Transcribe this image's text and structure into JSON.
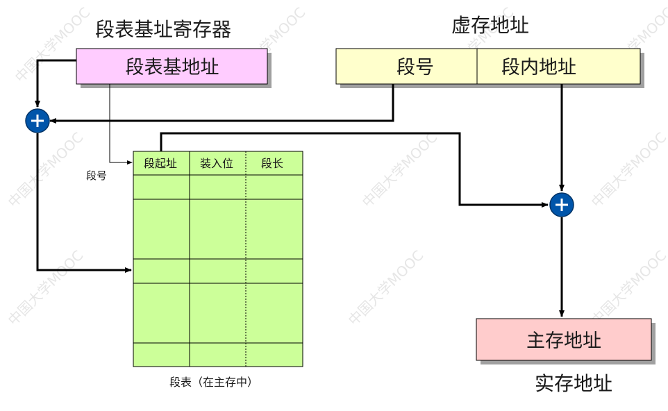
{
  "labels": {
    "segment_base_register_title": "段表基址寄存器",
    "segment_base_address": "段表基地址",
    "virtual_address_title": "虚存地址",
    "segment_number_field": "段号",
    "segment_offset_field": "段内地址",
    "segment_number_side": "段号",
    "segment_table_caption": "段表（在主存中）",
    "main_memory_address": "主存地址",
    "real_address_title": "实存地址"
  },
  "table": {
    "columns": [
      "段起址",
      "装入位",
      "段长"
    ]
  },
  "watermark": "中国大学MOOC",
  "colors": {
    "register_fill": "#ffccff",
    "virtual_fill": "#ffffcc",
    "table_fill": "#ccff99",
    "main_memory_fill": "#ffcccc",
    "adder_fill": "#0055aa"
  }
}
